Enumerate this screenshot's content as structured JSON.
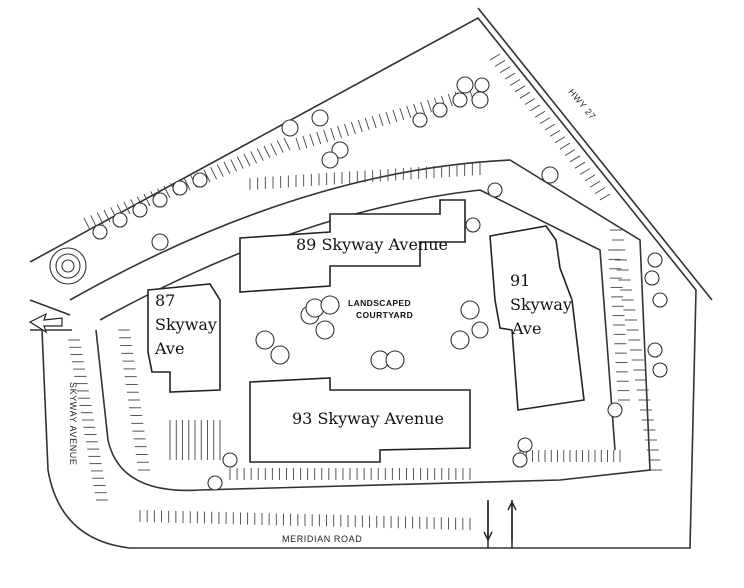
{
  "buildings": {
    "b89": "89 Skyway Avenue",
    "b93": "93 Skyway Avenue",
    "b87": [
      "87",
      "Skyway",
      "Ave"
    ],
    "b91": [
      "91",
      "Skyway",
      "Ave"
    ]
  },
  "courtyard": [
    "LANDSCAPED",
    "COURTYARD"
  ],
  "roads": {
    "hwy": "HWY 27",
    "skyway": "SKYWAY AVENUE",
    "meridian": "MERIDIAN ROAD"
  },
  "colors": {
    "line": "#222222",
    "background": "#ffffff"
  }
}
